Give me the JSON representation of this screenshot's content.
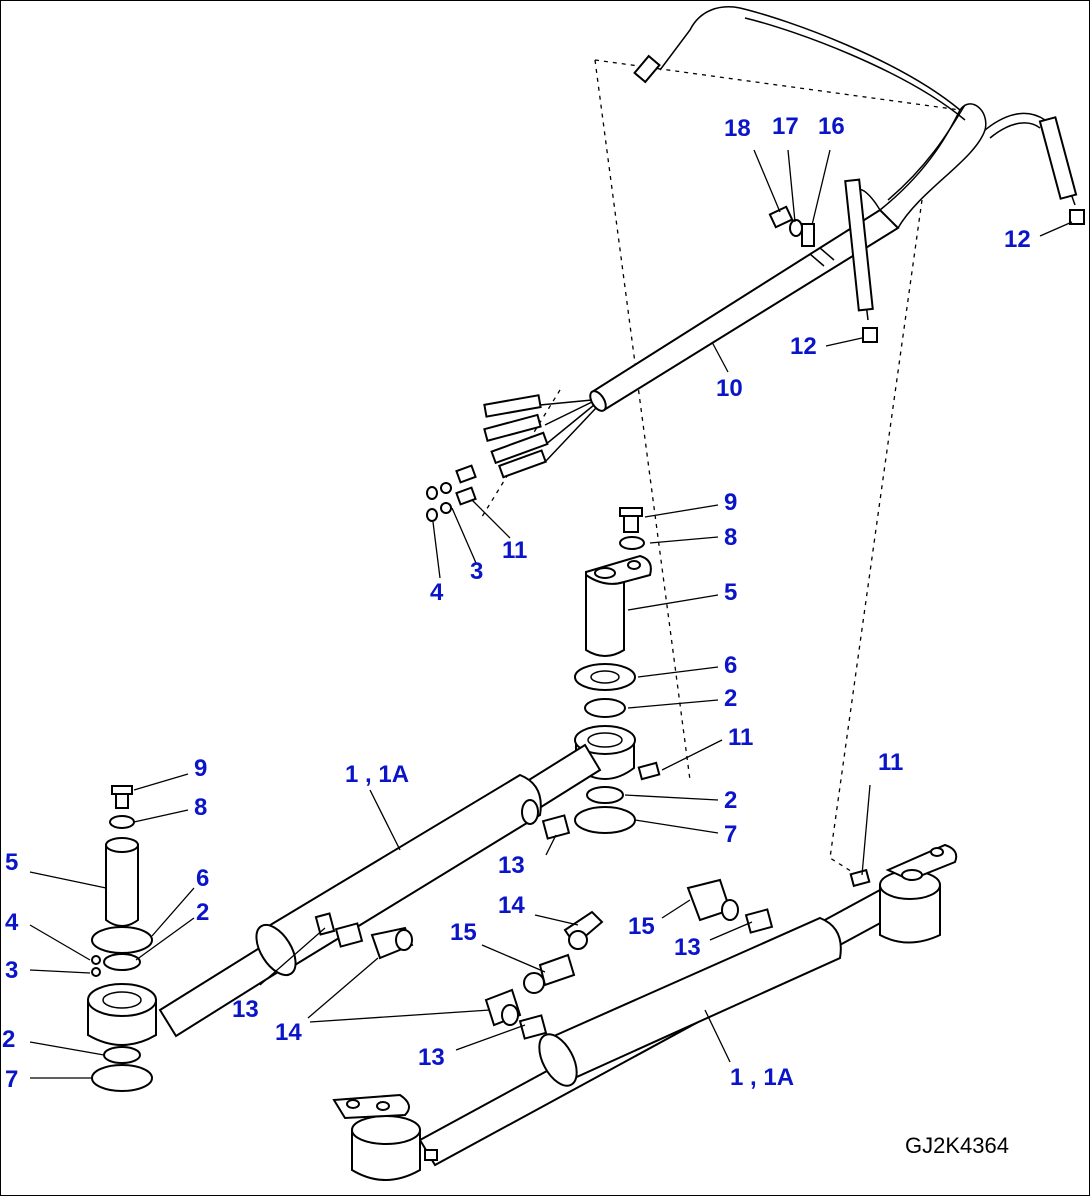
{
  "drawing_code": "GJ2K4364",
  "callout_color": "#0a14c8",
  "callouts": {
    "c18": "18",
    "c17": "17",
    "c16": "16",
    "c12a": "12",
    "c12b": "12",
    "c10": "10",
    "c9a": "9",
    "c8a": "8",
    "c5a": "5",
    "c6a": "6",
    "c2a": "2",
    "c11a": "11",
    "c2b": "2",
    "c7a": "7",
    "c11b": "11",
    "c3a": "3",
    "c4a": "4",
    "c1a": "1 , 1A",
    "c1b": "1 , 1A",
    "c11c": "11",
    "c9b": "9",
    "c8b": "8",
    "c5b": "5",
    "c6b": "6",
    "c4b": "4",
    "c2c": "2",
    "c3b": "3",
    "c2d": "2",
    "c7b": "7",
    "c13a": "13",
    "c13b": "13",
    "c13c": "13",
    "c13d": "13",
    "c14a": "14",
    "c14b": "14",
    "c15a": "15",
    "c15b": "15"
  }
}
